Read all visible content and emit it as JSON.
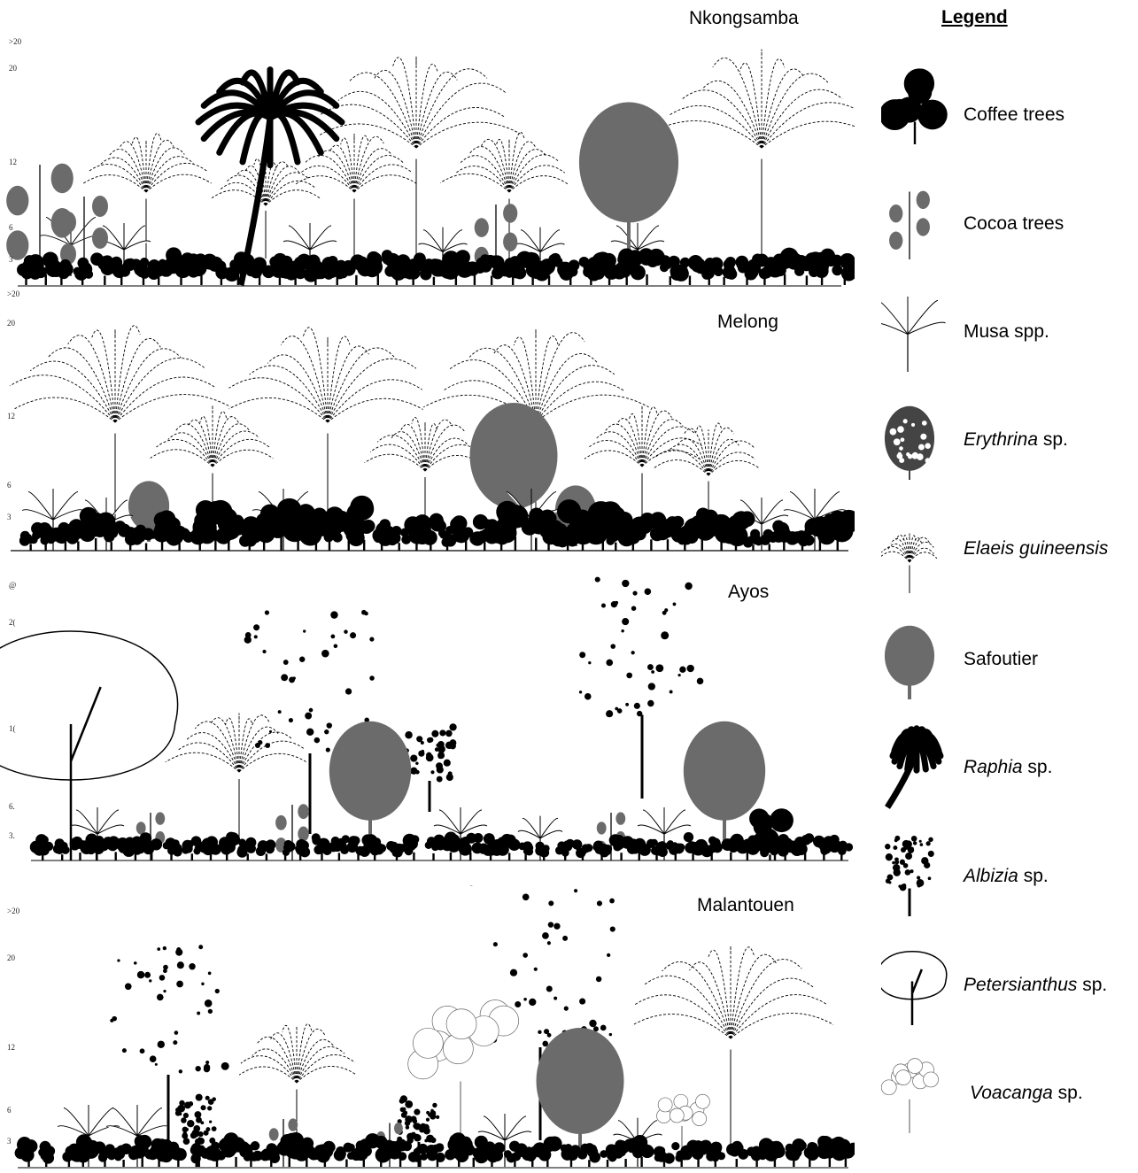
{
  "panels": [
    {
      "title": "Nkongsamba",
      "ticks": [
        ">20",
        "20",
        "12",
        "6",
        "3"
      ]
    },
    {
      "title": "Melong",
      "ticks": [
        ">20",
        "20",
        "12",
        "6",
        "3"
      ]
    },
    {
      "title": "Ayos",
      "ticks": [
        "@",
        "2(",
        "1(",
        "6.",
        "3."
      ]
    },
    {
      "title": "Malantouen",
      "ticks": [
        ">20",
        "20",
        "12",
        "6",
        "3"
      ]
    }
  ],
  "legend": {
    "title": "Legend",
    "items": [
      {
        "name": "Coffee trees",
        "suffix": "",
        "italic": false,
        "icon": "coffee-tree-icon"
      },
      {
        "name": "Cocoa trees",
        "suffix": "",
        "italic": false,
        "icon": "cocoa-tree-icon"
      },
      {
        "name": "Musa spp.",
        "suffix": "",
        "italic": false,
        "icon": "musa-icon"
      },
      {
        "name": "Erythrina",
        "suffix": " sp.",
        "italic": true,
        "icon": "erythrina-icon"
      },
      {
        "name": "Elaeis guineensis",
        "suffix": "",
        "italic": true,
        "icon": "elaeis-icon"
      },
      {
        "name": "Safoutier",
        "suffix": "",
        "italic": false,
        "icon": "safoutier-icon"
      },
      {
        "name": "Raphia",
        "suffix": " sp.",
        "italic": true,
        "icon": "raphia-icon"
      },
      {
        "name": "Albizia",
        "suffix": " sp.",
        "italic": true,
        "icon": "albizia-icon"
      },
      {
        "name": "Petersianthus",
        "suffix": " sp.",
        "italic": true,
        "icon": "petersianthus-icon"
      },
      {
        "name": "Voacanga",
        "suffix": " sp.",
        "italic": true,
        "icon": "voacanga-icon"
      }
    ]
  },
  "colors": {
    "black": "#000000",
    "gray": "#6b6b6b",
    "white": "#ffffff"
  }
}
